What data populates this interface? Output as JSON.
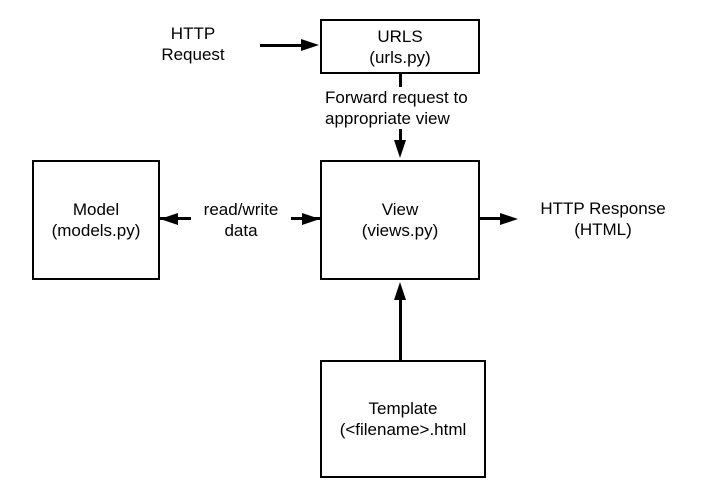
{
  "nodes": {
    "urls": {
      "title": "URLS",
      "subtitle": "(urls.py)"
    },
    "view": {
      "title": "View",
      "subtitle": "(views.py)"
    },
    "model": {
      "title": "Model",
      "subtitle": "(models.py)"
    },
    "template": {
      "title": "Template",
      "subtitle": "(<filename>.html"
    }
  },
  "labels": {
    "http_request": {
      "line1": "HTTP",
      "line2": "Request"
    },
    "forward_request": {
      "line1": "Forward request to",
      "line2": "appropriate view"
    },
    "read_write": {
      "line1": "read/write",
      "line2": "data"
    },
    "http_response": {
      "line1": "HTTP Response",
      "line2": "(HTML)"
    }
  },
  "colors": {
    "stroke": "#000000",
    "background": "#ffffff",
    "text": "#000000"
  }
}
